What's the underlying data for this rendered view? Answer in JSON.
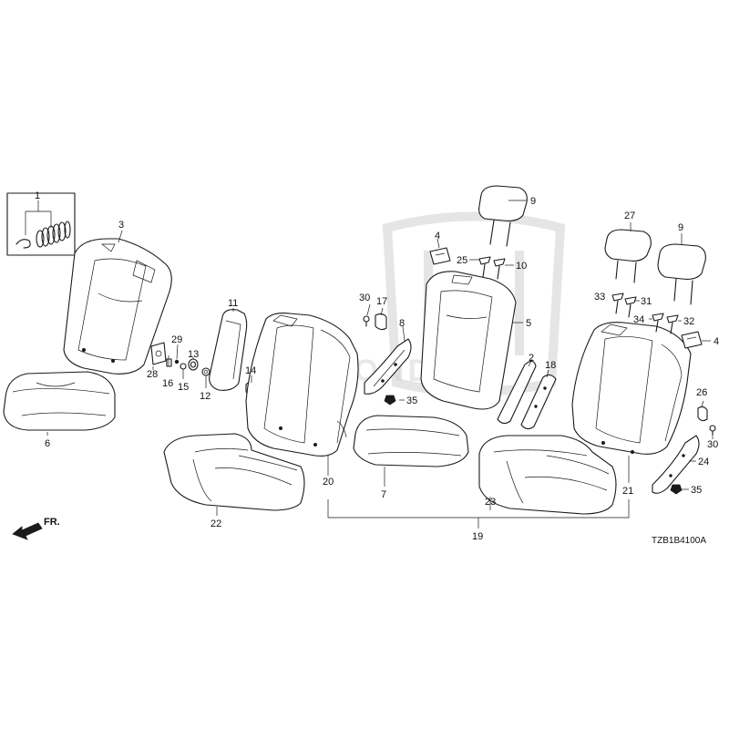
{
  "diagram": {
    "code": "TZB1B4100A",
    "direction_label": "FR.",
    "watermark": "HONDA",
    "callouts": [
      {
        "id": "c1",
        "text": "1"
      },
      {
        "id": "c2",
        "text": "2"
      },
      {
        "id": "c3",
        "text": "3"
      },
      {
        "id": "c4a",
        "text": "4"
      },
      {
        "id": "c4b",
        "text": "4"
      },
      {
        "id": "c5",
        "text": "5"
      },
      {
        "id": "c6",
        "text": "6"
      },
      {
        "id": "c7",
        "text": "7"
      },
      {
        "id": "c8",
        "text": "8"
      },
      {
        "id": "c9a",
        "text": "9"
      },
      {
        "id": "c9b",
        "text": "9"
      },
      {
        "id": "c10",
        "text": "10"
      },
      {
        "id": "c11",
        "text": "11"
      },
      {
        "id": "c12",
        "text": "12"
      },
      {
        "id": "c13",
        "text": "13"
      },
      {
        "id": "c14",
        "text": "14"
      },
      {
        "id": "c15",
        "text": "15"
      },
      {
        "id": "c16",
        "text": "16"
      },
      {
        "id": "c17",
        "text": "17"
      },
      {
        "id": "c18",
        "text": "18"
      },
      {
        "id": "c19",
        "text": "19"
      },
      {
        "id": "c20",
        "text": "20"
      },
      {
        "id": "c21",
        "text": "21"
      },
      {
        "id": "c22",
        "text": "22"
      },
      {
        "id": "c23",
        "text": "23"
      },
      {
        "id": "c24",
        "text": "24"
      },
      {
        "id": "c25",
        "text": "25"
      },
      {
        "id": "c26",
        "text": "26"
      },
      {
        "id": "c27",
        "text": "27"
      },
      {
        "id": "c28",
        "text": "28"
      },
      {
        "id": "c29",
        "text": "29"
      },
      {
        "id": "c30a",
        "text": "30"
      },
      {
        "id": "c30b",
        "text": "30"
      },
      {
        "id": "c31",
        "text": "31"
      },
      {
        "id": "c32",
        "text": "32"
      },
      {
        "id": "c33",
        "text": "33"
      },
      {
        "id": "c34",
        "text": "34"
      },
      {
        "id": "c35a",
        "text": "35"
      },
      {
        "id": "c35b",
        "text": "35"
      }
    ]
  }
}
